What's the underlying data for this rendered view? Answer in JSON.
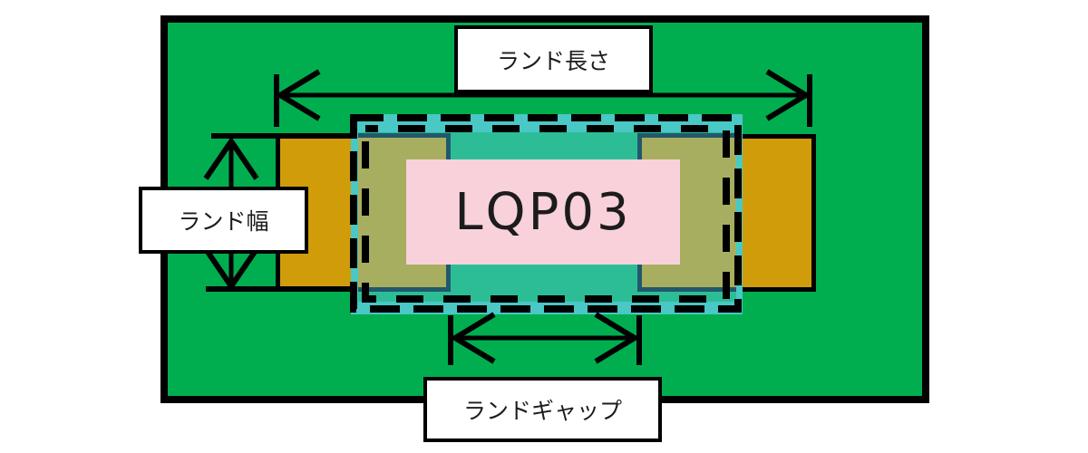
{
  "diagram": {
    "component_label": "LQP03",
    "labels": {
      "land_length": "ランド長さ",
      "land_width": "ランド幅",
      "land_gap": "ランドギャップ"
    },
    "colors": {
      "board_green": "#00AE50",
      "pad_gold": "#D19C09",
      "overlap_olive": "#A8AE5F",
      "body_teal": "#2DBD96",
      "courtyard_cyan": "#49C8C5",
      "covered_edge_slate": "#20596B",
      "label_pink": "#F8D1DB",
      "line_black": "#000000",
      "box_white": "#FFFFFF",
      "text_dark": "#1C1C1C"
    }
  }
}
